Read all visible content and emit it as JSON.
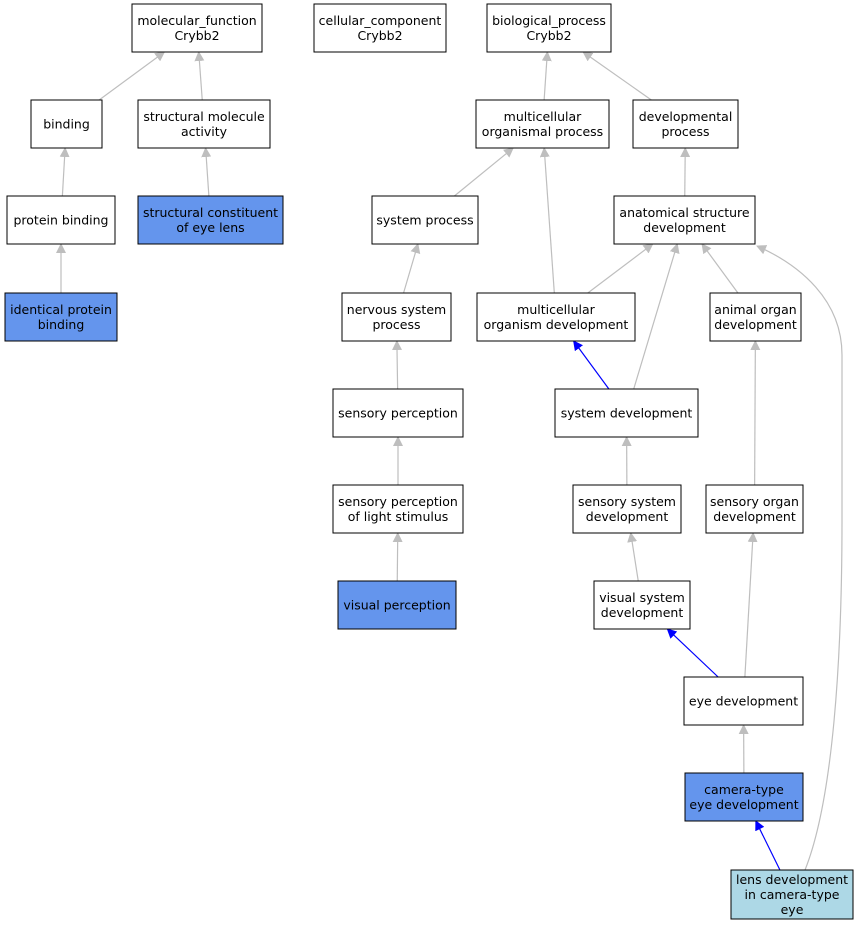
{
  "colors": {
    "default_fill": "#ffffff",
    "annotated_fill": "#6495ed",
    "focus_fill": "#add8e6",
    "gray_edge": "#bebebe",
    "blue_edge": "#0000ff"
  },
  "nodes": [
    {
      "id": "mf",
      "lines": [
        "molecular_function",
        "Crybb2"
      ],
      "kind": "default"
    },
    {
      "id": "cc",
      "lines": [
        "cellular_component",
        "Crybb2"
      ],
      "kind": "default"
    },
    {
      "id": "bp",
      "lines": [
        "biological_process",
        "Crybb2"
      ],
      "kind": "default"
    },
    {
      "id": "binding",
      "lines": [
        "binding"
      ],
      "kind": "default"
    },
    {
      "id": "sma",
      "lines": [
        "structural molecule",
        "activity"
      ],
      "kind": "default"
    },
    {
      "id": "mop",
      "lines": [
        "multicellular",
        "organismal process"
      ],
      "kind": "default"
    },
    {
      "id": "devp",
      "lines": [
        "developmental",
        "process"
      ],
      "kind": "default"
    },
    {
      "id": "pb",
      "lines": [
        "protein binding"
      ],
      "kind": "default"
    },
    {
      "id": "scel",
      "lines": [
        "structural constituent",
        "of eye lens"
      ],
      "kind": "annotated"
    },
    {
      "id": "sysp",
      "lines": [
        "system process"
      ],
      "kind": "default"
    },
    {
      "id": "asd",
      "lines": [
        "anatomical structure",
        "development"
      ],
      "kind": "default"
    },
    {
      "id": "ipb",
      "lines": [
        "identical protein",
        "binding"
      ],
      "kind": "annotated"
    },
    {
      "id": "nsp",
      "lines": [
        "nervous system",
        "process"
      ],
      "kind": "default"
    },
    {
      "id": "mod",
      "lines": [
        "multicellular",
        "organism development"
      ],
      "kind": "default"
    },
    {
      "id": "aod",
      "lines": [
        "animal organ",
        "development"
      ],
      "kind": "default"
    },
    {
      "id": "sp",
      "lines": [
        "sensory perception"
      ],
      "kind": "default"
    },
    {
      "id": "sysd",
      "lines": [
        "system development"
      ],
      "kind": "default"
    },
    {
      "id": "spls",
      "lines": [
        "sensory perception",
        "of light stimulus"
      ],
      "kind": "default"
    },
    {
      "id": "ssd",
      "lines": [
        "sensory system",
        "development"
      ],
      "kind": "default"
    },
    {
      "id": "sod",
      "lines": [
        "sensory organ",
        "development"
      ],
      "kind": "default"
    },
    {
      "id": "vp",
      "lines": [
        "visual perception"
      ],
      "kind": "annotated"
    },
    {
      "id": "vsd",
      "lines": [
        "visual system",
        "development"
      ],
      "kind": "default"
    },
    {
      "id": "eyed",
      "lines": [
        "eye development"
      ],
      "kind": "default"
    },
    {
      "id": "cted",
      "lines": [
        "camera-type",
        "eye development"
      ],
      "kind": "annotated"
    },
    {
      "id": "ldcte",
      "lines": [
        "lens development",
        "in camera-type",
        "eye"
      ],
      "kind": "focus"
    }
  ],
  "edges": [
    {
      "from": "binding",
      "to": "mf",
      "kind": "gray"
    },
    {
      "from": "sma",
      "to": "mf",
      "kind": "gray"
    },
    {
      "from": "pb",
      "to": "binding",
      "kind": "gray"
    },
    {
      "from": "ipb",
      "to": "pb",
      "kind": "gray"
    },
    {
      "from": "scel",
      "to": "sma",
      "kind": "gray"
    },
    {
      "from": "mop",
      "to": "bp",
      "kind": "gray"
    },
    {
      "from": "devp",
      "to": "bp",
      "kind": "gray"
    },
    {
      "from": "sysp",
      "to": "mop",
      "kind": "gray"
    },
    {
      "from": "mod",
      "to": "mop",
      "kind": "gray"
    },
    {
      "from": "asd",
      "to": "devp",
      "kind": "gray"
    },
    {
      "from": "nsp",
      "to": "sysp",
      "kind": "gray"
    },
    {
      "from": "sp",
      "to": "nsp",
      "kind": "gray"
    },
    {
      "from": "spls",
      "to": "sp",
      "kind": "gray"
    },
    {
      "from": "vp",
      "to": "spls",
      "kind": "gray"
    },
    {
      "from": "mod",
      "to": "asd",
      "kind": "gray"
    },
    {
      "from": "aod",
      "to": "asd",
      "kind": "gray"
    },
    {
      "from": "sysd",
      "to": "asd",
      "kind": "gray"
    },
    {
      "from": "ldcte",
      "to": "asd",
      "kind": "gray"
    },
    {
      "from": "sysd",
      "to": "mod",
      "kind": "blue"
    },
    {
      "from": "sod",
      "to": "aod",
      "kind": "gray"
    },
    {
      "from": "ssd",
      "to": "sysd",
      "kind": "gray"
    },
    {
      "from": "vsd",
      "to": "ssd",
      "kind": "gray"
    },
    {
      "from": "eyed",
      "to": "vsd",
      "kind": "blue"
    },
    {
      "from": "eyed",
      "to": "sod",
      "kind": "gray"
    },
    {
      "from": "cted",
      "to": "eyed",
      "kind": "gray"
    },
    {
      "from": "ldcte",
      "to": "cted",
      "kind": "blue"
    }
  ]
}
